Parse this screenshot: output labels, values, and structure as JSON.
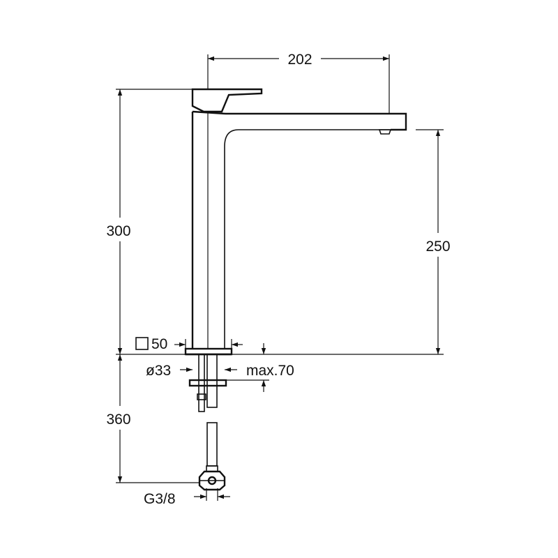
{
  "diagram": {
    "dimensions": {
      "spout_reach": "202",
      "total_height": "300",
      "spout_height": "250",
      "base_square": "50",
      "hole_diameter": "ø33",
      "max_thickness": "max.70",
      "hose_length": "360",
      "connection": "G3/8"
    },
    "square_symbol": "□",
    "colors": {
      "line": "#111111",
      "background": "#ffffff"
    }
  }
}
